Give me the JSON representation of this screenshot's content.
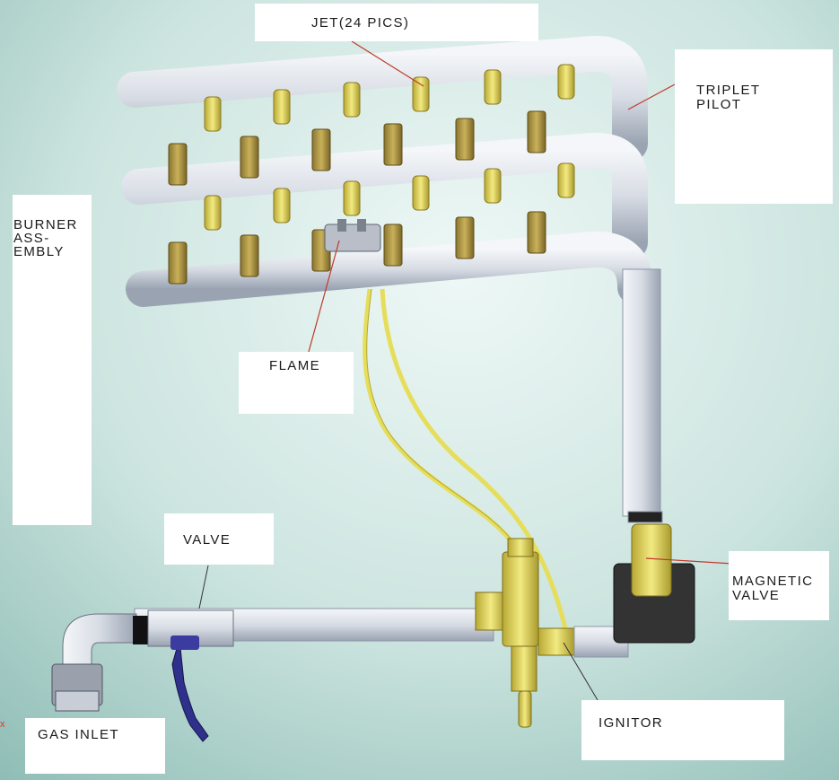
{
  "labels": {
    "jet": "JET(24 PICS)",
    "triplet_pilot": "TRIPLET\nPILOT",
    "burner_assembly": "BURNER\nASS-\nEMBLY",
    "flame": "FLAME",
    "valve": "VALVE",
    "magnetic_valve": "MAGNETIC\nVALVE",
    "ignitor": "IGNITOR",
    "gas_inlet": "GAS INLET"
  },
  "colors": {
    "background_light": "#e3f3f0",
    "background_dark": "#7fb4ae",
    "pipe": "#d9dee6",
    "jet_brass": "#b59b45",
    "jet_yellow": "#e8df6a",
    "wire": "#e6de5a",
    "valve_handle": "#2f2f8c",
    "magnetic_valve_body": "#3a3a3a",
    "callout_line": "#c0392b"
  },
  "jet_count": 24
}
